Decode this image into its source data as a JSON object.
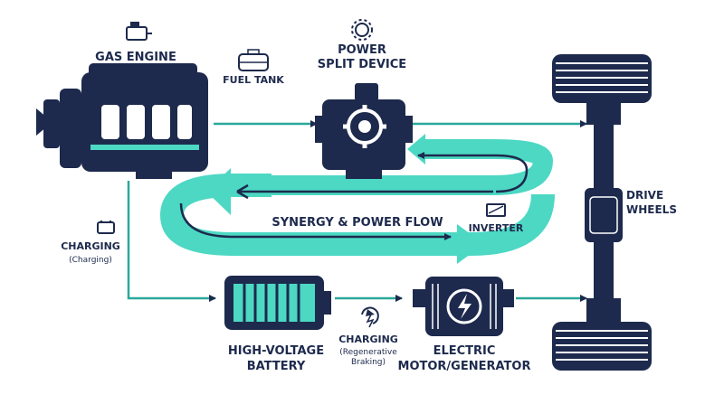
{
  "components": {
    "engine": {
      "label": "GAS ENGINE"
    },
    "fuel_tank": {
      "label": "FUEL TANK"
    },
    "power_split": {
      "line1": "POWER",
      "line2": "SPLIT DEVICE"
    },
    "drive_wheels": {
      "line1": "DRIVE",
      "line2": "WHEELS"
    },
    "battery": {
      "line1": "HIGH-VOLTAGE",
      "line2": "BATTERY"
    },
    "motor": {
      "line1": "ELECTRIC",
      "line2": "MOTOR/GENERATOR"
    },
    "inverter": {
      "label": "INVERTER"
    }
  },
  "flow_label": "SYNERGY & POWER FLOW",
  "charging_left": {
    "title": "CHARGING",
    "sub": "(Charging)"
  },
  "charging_regen": {
    "title": "CHARGING",
    "sub1": "(Regenerative",
    "sub2": "Braking)"
  },
  "colors": {
    "navy": "#1d2a4d",
    "teal": "#4cd8c3",
    "teal_dark": "#2aa89a",
    "background": "#ffffff"
  }
}
